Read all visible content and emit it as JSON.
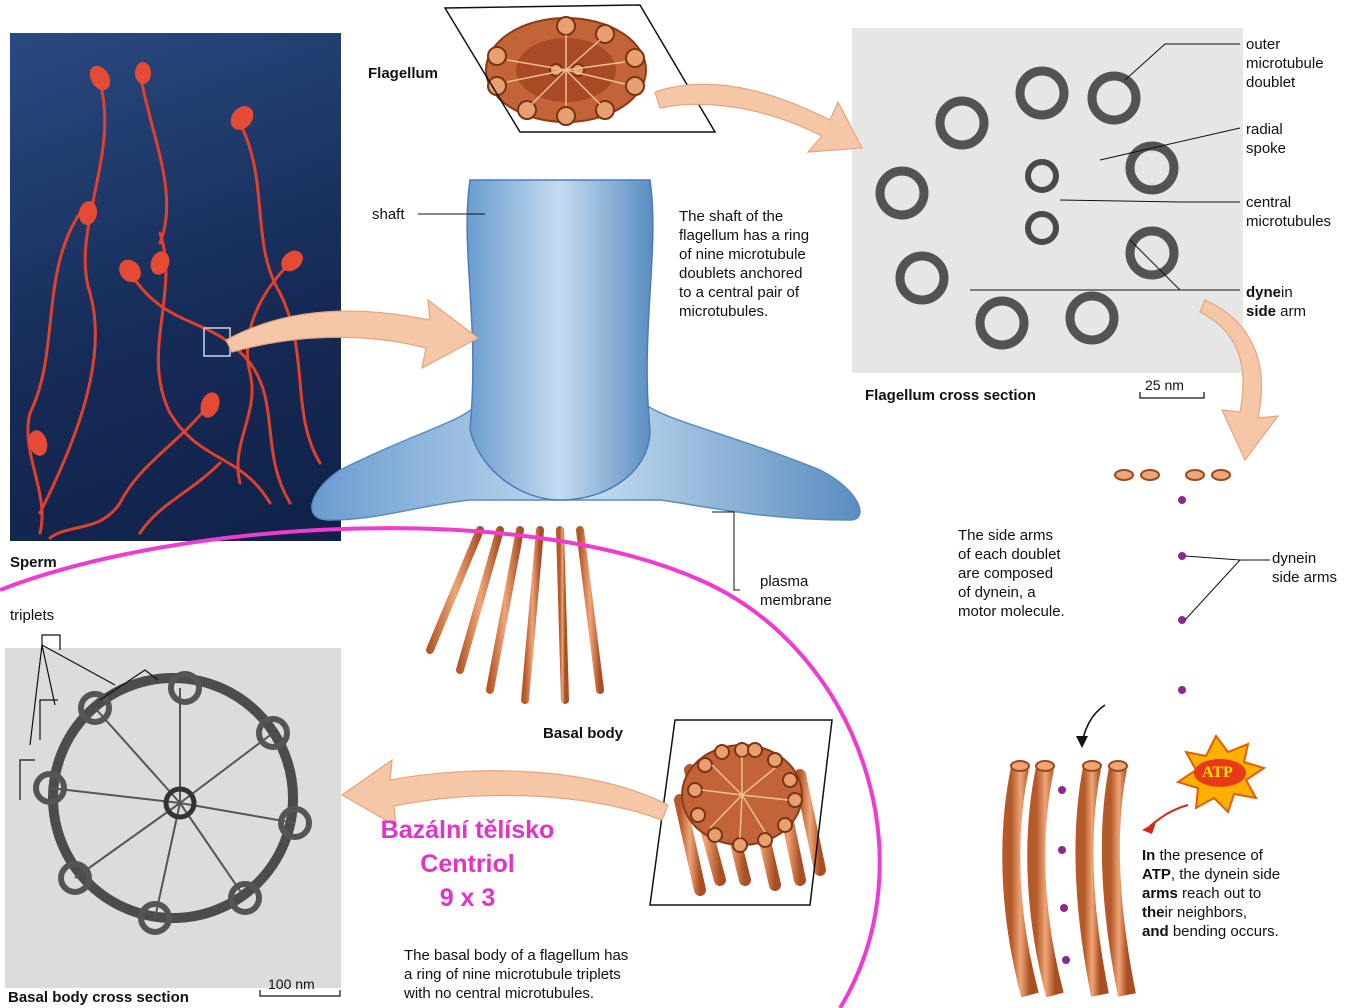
{
  "labels": {
    "flagellum": "Flagellum",
    "shaft": "shaft",
    "plasma_membrane": [
      "plasma",
      "membrane"
    ],
    "sperm": "Sperm",
    "triplets": "triplets",
    "basal_body": "Basal body",
    "outer_doublet": [
      "outer",
      "microtubule",
      "doublet"
    ],
    "radial_spoke": [
      "radial",
      "spoke"
    ],
    "central_microtubules": [
      "central",
      "microtubules"
    ],
    "dynein_side_arm": {
      "line1_bold": "dyne",
      "line1_rest": "in",
      "line2_bold": "side",
      "line2_rest": " arm"
    },
    "flagellum_cross_section": "Flagellum cross section",
    "scale_25": "25 nm",
    "dynein_side_arms": [
      "dynein",
      "side arms"
    ],
    "atp": "ATP",
    "basal_cross_section": "Basal body cross section",
    "scale_100": "100 nm"
  },
  "descriptions": {
    "shaft_text": [
      "The shaft of the",
      "flagellum has a ring",
      "of nine microtubule",
      "doublets anchored",
      "to a central pair of",
      "microtubules."
    ],
    "side_arms_text": [
      "The side arms",
      "of each doublet",
      "are composed",
      "of dynein, a",
      "motor molecule."
    ],
    "atp_text": [
      {
        "b": "In",
        "r": " the presence of"
      },
      {
        "b": "ATP",
        "r": ", the dynein side"
      },
      {
        "b": "arms",
        "r": " reach out to"
      },
      {
        "b": "the",
        "r": "ir neighbors,"
      },
      {
        "b": "and",
        "r": " bending occurs."
      }
    ],
    "basal_text": [
      "The basal body of a flagellum has",
      "a ring of nine microtubule triplets",
      "with no central microtubules."
    ]
  },
  "annotation": {
    "lines": [
      "Bazální tělísko",
      "Centriol",
      "9 x 3"
    ],
    "color": "#e233c8"
  },
  "colors": {
    "sperm_bg": "#1a3766",
    "sperm": "#e0402c",
    "membrane": "#8fb3d8",
    "microtubule": "#d9834f",
    "arrow": "#f6c7a6",
    "dynein": "#8a2a8a",
    "circle": "#f03bd0"
  }
}
